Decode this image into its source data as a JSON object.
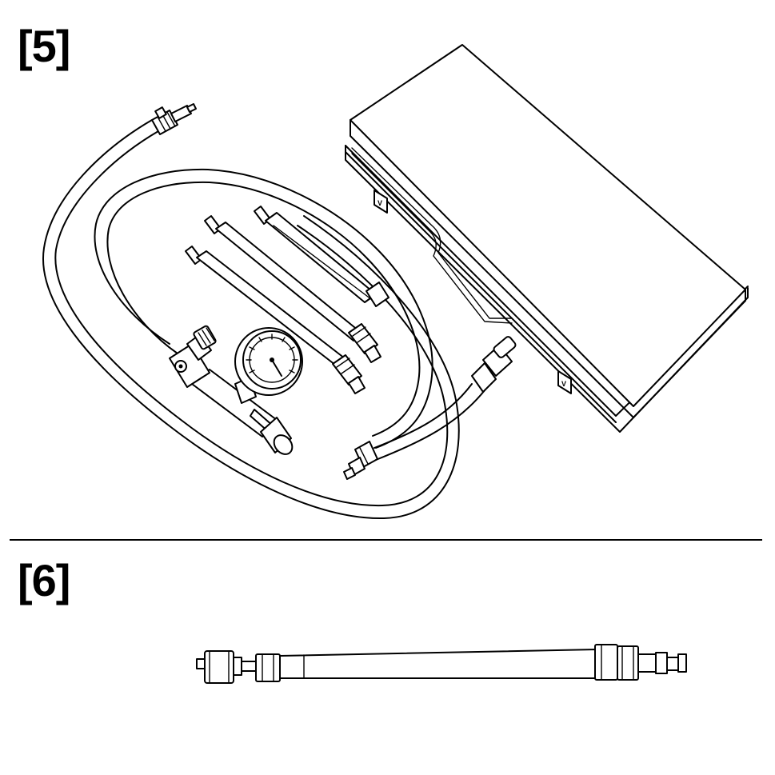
{
  "figure_labels": {
    "top": "[5]",
    "bottom": "[6]"
  },
  "case_latch_mark": "V"
}
